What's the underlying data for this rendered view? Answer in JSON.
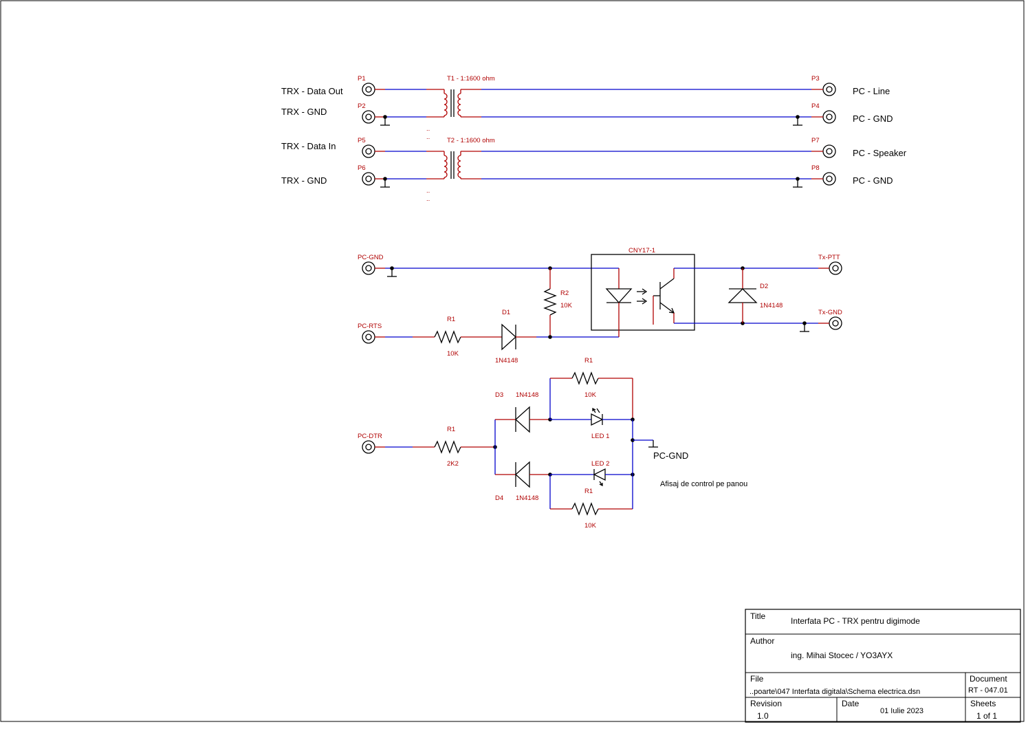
{
  "connectors": {
    "p1": {
      "ref": "P1",
      "label": "TRX - Data Out"
    },
    "p2": {
      "ref": "P2",
      "label": "TRX - GND"
    },
    "p3": {
      "ref": "P3",
      "label": "PC - Line"
    },
    "p4": {
      "ref": "P4",
      "label": "PC - GND"
    },
    "p5": {
      "ref": "P5",
      "label": "TRX - Data In"
    },
    "p6": {
      "ref": "P6",
      "label": "TRX - GND"
    },
    "p7": {
      "ref": "P7",
      "label": "PC - Speaker"
    },
    "p8": {
      "ref": "P8",
      "label": "PC - GND"
    },
    "pc_gnd": {
      "ref": "PC-GND"
    },
    "pc_rts": {
      "ref": "PC-RTS"
    },
    "pc_dtr": {
      "ref": "PC-DTR"
    },
    "tx_ptt": {
      "ref": "Tx-PTT"
    },
    "tx_gnd": {
      "ref": "Tx-GND"
    }
  },
  "transformers": {
    "t1": {
      "label": "T1 - 1:1600 ohm"
    },
    "t2": {
      "label": "T2 - 1:1600 ohm"
    }
  },
  "components": {
    "optocoupler": {
      "ref": "CNY17-1"
    },
    "r1_rts": {
      "ref": "R1",
      "value": "10K"
    },
    "r2": {
      "ref": "R2",
      "value": "10K"
    },
    "d1": {
      "ref": "D1",
      "value": "1N4148"
    },
    "d2": {
      "ref": "D2",
      "value": "1N4148"
    },
    "d3": {
      "ref": "D3",
      "value": "1N4148"
    },
    "d4": {
      "ref": "D4",
      "value": "1N4148"
    },
    "r1_dtr": {
      "ref": "R1",
      "value": "2K2"
    },
    "r1_top": {
      "ref": "R1",
      "value": "10K"
    },
    "r1_bottom": {
      "ref": "R1",
      "value": "10K"
    },
    "led1": {
      "ref": "LED 1"
    },
    "led2": {
      "ref": "LED 2"
    },
    "gnd_label": "PC-GND",
    "panel_note": "Afisaj de control pe panou"
  },
  "title_block": {
    "title_label": "Title",
    "title": "Interfata PC - TRX pentru digimode",
    "author_label": "Author",
    "author": "ing. Mihai Stocec / YO3AYX",
    "file_label": "File",
    "file": "..poarte\\047 Interfata digitala\\Schema electrica.dsn",
    "document_label": "Document",
    "document": "RT - 047.01",
    "revision_label": "Revision",
    "revision": "1.0",
    "date_label": "Date",
    "date": "01 Iulie 2023",
    "sheets_label": "Sheets",
    "sheets": "1 of 1"
  }
}
